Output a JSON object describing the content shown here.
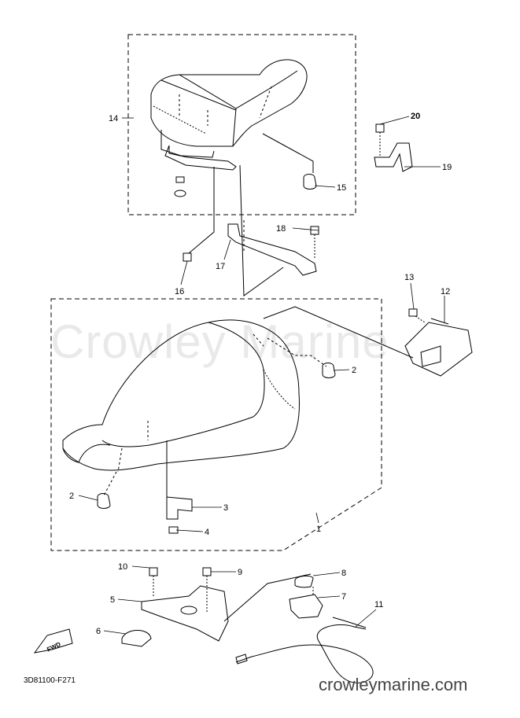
{
  "watermark": "Crowley Marine",
  "drawing_number": "3D81100-F271",
  "site_url": "crowleymarine.com",
  "fwd_label": "FWD",
  "callouts": [
    {
      "id": "1",
      "label": "1"
    },
    {
      "id": "2a",
      "label": "2"
    },
    {
      "id": "2b",
      "label": "2"
    },
    {
      "id": "3",
      "label": "3"
    },
    {
      "id": "4",
      "label": "4"
    },
    {
      "id": "5",
      "label": "5"
    },
    {
      "id": "6",
      "label": "6"
    },
    {
      "id": "7",
      "label": "7"
    },
    {
      "id": "8",
      "label": "8"
    },
    {
      "id": "9",
      "label": "9"
    },
    {
      "id": "10",
      "label": "10"
    },
    {
      "id": "11",
      "label": "11"
    },
    {
      "id": "12",
      "label": "12"
    },
    {
      "id": "13",
      "label": "13"
    },
    {
      "id": "14",
      "label": "14"
    },
    {
      "id": "15",
      "label": "15"
    },
    {
      "id": "16",
      "label": "16"
    },
    {
      "id": "17",
      "label": "17"
    },
    {
      "id": "18",
      "label": "18"
    },
    {
      "id": "19",
      "label": "19"
    },
    {
      "id": "20",
      "label": "20"
    }
  ]
}
